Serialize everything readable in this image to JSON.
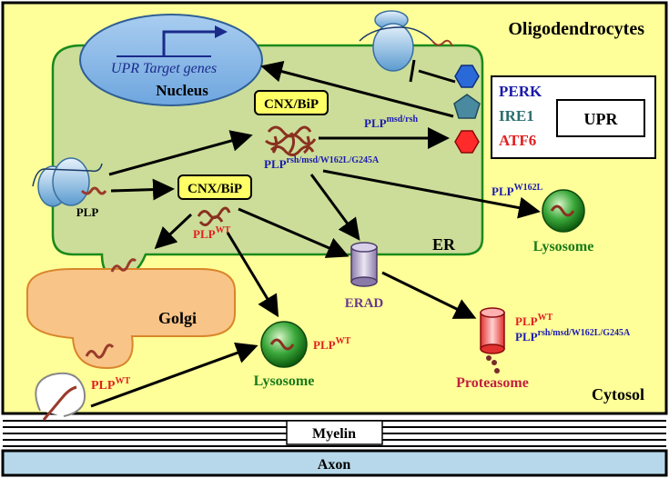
{
  "cell": {
    "title": "Oligodendrocytes",
    "cytosol_label": "Cytosol",
    "myelin_label": "Myelin",
    "axon_label": "Axon"
  },
  "nucleus": {
    "target_genes": "UPR Target genes",
    "label": "Nucleus"
  },
  "er": {
    "label": "ER"
  },
  "chaperone": {
    "top": "CNX/BiP",
    "mid": "CNX/BiP"
  },
  "plp": {
    "ribosome_plp": "PLP",
    "msd_rsh": {
      "base": "PLP",
      "sup": "msd/rsh"
    },
    "mutants": {
      "base": "PLP",
      "sup": "rsh/msd/W162L/G245A"
    },
    "w162l": {
      "base": "PLP",
      "sup": "W162L"
    },
    "wt_er": {
      "base": "PLP",
      "sup": "WT"
    },
    "wt_lys": {
      "base": "PLP",
      "sup": "WT"
    },
    "wt_vesicle": {
      "base": "PLP",
      "sup": "WT"
    },
    "proteasome_wt": {
      "base": "PLP",
      "sup": "WT"
    },
    "proteasome_mut": {
      "base": "PLP",
      "sup": "rsh/msd/W162L/G245A"
    }
  },
  "upr": {
    "perk": "PERK",
    "ire1": "IRE1",
    "atf6": "ATF6",
    "label": "UPR"
  },
  "golgi": {
    "label": "Golgi"
  },
  "erad": {
    "label": "ERAD"
  },
  "lysosome_right": {
    "label": "Lysosome"
  },
  "lysosome_bottom": {
    "label": "Lysosome"
  },
  "proteasome": {
    "label": "Proteasome"
  },
  "colors": {
    "cytosol": "#ffff99",
    "er": "#ccdd99",
    "nucleus": "#7fb3e6",
    "golgi": "#f8c488",
    "perk": "#1a1aaa",
    "ire1": "#2a6e6e",
    "atf6": "#e02020",
    "plp_red": "#e02020",
    "plp_blue": "#1a1ab0",
    "lysosome_label": "#1a7a1a",
    "proteasome_label": "#c02040",
    "erad_label": "#6a3a8a"
  }
}
